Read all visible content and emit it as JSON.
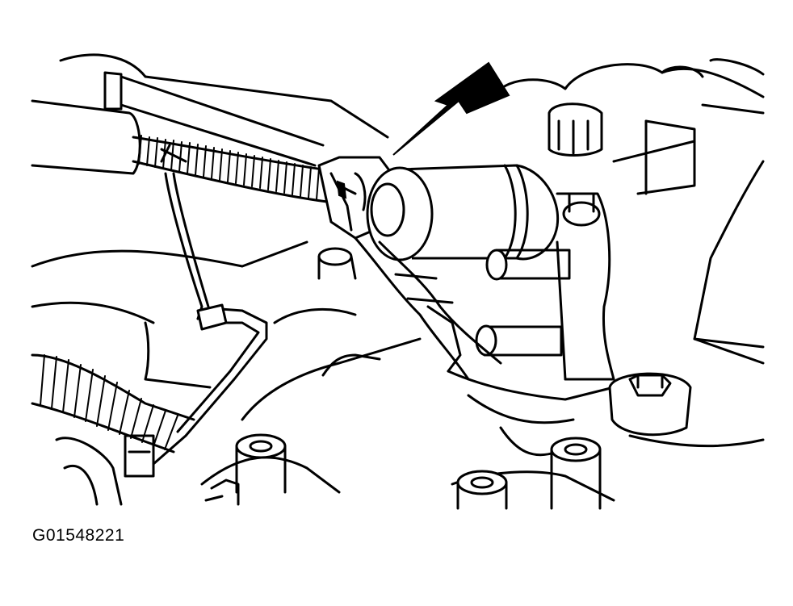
{
  "figure": {
    "code": "G01548221",
    "subject": "engine-component-line-drawing",
    "arrow_target": "connector-and-cylindrical-component"
  },
  "colors": {
    "ink": "#000000",
    "paper": "#ffffff"
  }
}
